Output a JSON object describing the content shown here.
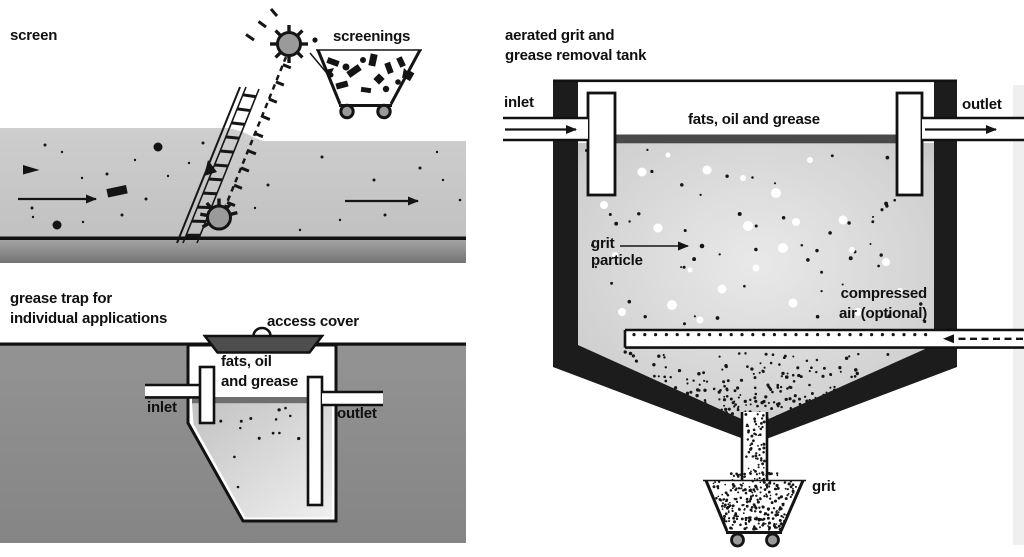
{
  "panels": {
    "screen": {
      "title": "screen",
      "screenings_label": "screenings"
    },
    "grease_trap": {
      "title_line1": "grease trap for",
      "title_line2": "individual applications",
      "access_cover_label": "access cover",
      "fats_line1": "fats, oil",
      "fats_line2": "and grease",
      "inlet_label": "inlet",
      "outlet_label": "outlet"
    },
    "aerated_tank": {
      "title_line1": "aerated grit and",
      "title_line2": "grease removal tank",
      "inlet_label": "inlet",
      "outlet_label": "outlet",
      "fats_label": "fats, oil and grease",
      "grit_particle_line1": "grit",
      "grit_particle_line2": "particle",
      "compressed_air_line1": "compressed",
      "compressed_air_line2": "air (optional)",
      "grit_cart_label": "grit"
    }
  },
  "palette": {
    "ink": "#141414",
    "channel_water": "#c7c7c7",
    "channel_floor": "#8a8a8a",
    "ground_gray": "#8d8d8d",
    "tank_wall": "#1c1c1c",
    "fats_layer_dark": "#494949",
    "trap_fats_layer": "#6f6f6f",
    "water_highlight": "#e9e9e9",
    "water_shadow": "#b0b0b0",
    "wheel_gray": "#9a9a9a",
    "bubble_white": "#ffffff",
    "background": "#ffffff"
  }
}
